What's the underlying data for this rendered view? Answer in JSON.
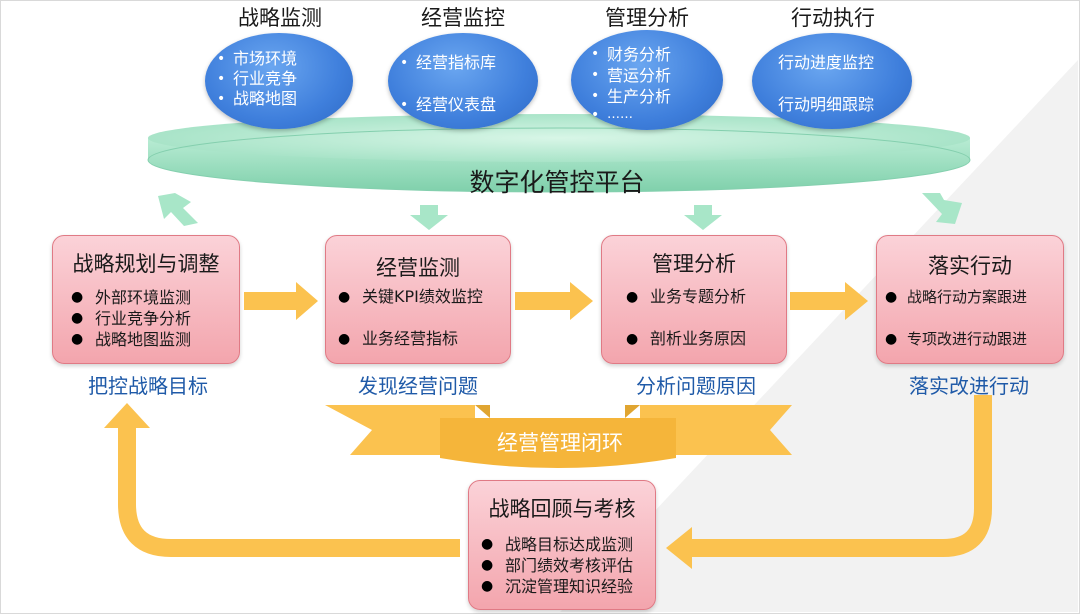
{
  "categories": [
    {
      "title": "战略监测",
      "items": [
        "市场环境",
        "行业竞争",
        "战略地图"
      ]
    },
    {
      "title": "经营监控",
      "items": [
        "经营指标库",
        "经营仪表盘"
      ]
    },
    {
      "title": "管理分析",
      "items": [
        "财务分析",
        "营运分析",
        "生产分析",
        "……"
      ]
    },
    {
      "title": "行动执行",
      "items": [
        "行动进度监控",
        "行动明细跟踪"
      ]
    }
  ],
  "platform": {
    "label": "数字化管控平台"
  },
  "steps": [
    {
      "title": "战略规划与调整",
      "items": [
        "外部环境监测",
        "行业竞争分析",
        "战略地图监测"
      ],
      "caption": "把控战略目标"
    },
    {
      "title": "经营监测",
      "items": [
        "关键KPI绩效监控",
        "业务经营指标"
      ],
      "caption": "发现经营问题"
    },
    {
      "title": "管理分析",
      "items": [
        "业务专题分析",
        "剖析业务原因"
      ],
      "caption": "分析问题原因"
    },
    {
      "title": "落实行动",
      "items": [
        "战略行动方案跟进",
        "专项改进行动跟进"
      ],
      "caption": "落实改进行动"
    }
  ],
  "loop": {
    "label": "经营管理闭环"
  },
  "review": {
    "title": "战略回顾与考核",
    "items": [
      "战略目标达成监测",
      "部门绩效考核评估",
      "沉淀管理知识经验"
    ]
  },
  "colors": {
    "oval": "#3f7fdc",
    "platform": "#9fe0c2",
    "box": "#f6b3bb",
    "arrow": "#fbc24f",
    "down_arrow": "#a8e6c8",
    "caption": "#1f5aa8"
  }
}
